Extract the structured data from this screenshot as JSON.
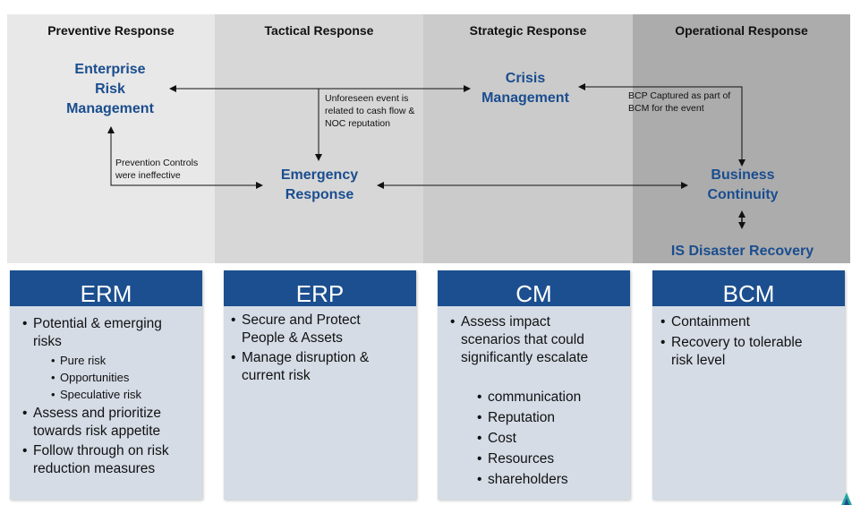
{
  "columns": [
    {
      "title": "Preventive Response"
    },
    {
      "title": "Tactical Response"
    },
    {
      "title": "Strategic Response"
    },
    {
      "title": "Operational Response"
    }
  ],
  "nodes": {
    "erm": [
      "Enterprise",
      "Risk",
      "Management"
    ],
    "crisis": [
      "Crisis",
      "Management"
    ],
    "emergency": [
      "Emergency",
      "Response"
    ],
    "business": [
      "Business",
      "Continuity"
    ],
    "is_dr": "IS Disaster Recovery"
  },
  "notes": {
    "unforeseen": [
      "Unforeseen event is",
      "related to cash flow &",
      "NOC reputation"
    ],
    "bcp": [
      "BCP Captured as part of",
      "BCM for the event"
    ],
    "prevention": [
      "Prevention Controls",
      "were ineffective"
    ]
  },
  "cards": [
    {
      "title": "ERM",
      "items": [
        [
          "Potential & emerging",
          "risks"
        ],
        [
          "Pure risk"
        ],
        [
          "Opportunities"
        ],
        [
          "Speculative risk"
        ],
        [
          "Assess and prioritize",
          "towards risk appetite"
        ],
        [
          "Follow through on risk",
          "reduction measures"
        ]
      ]
    },
    {
      "title": "ERP",
      "items": [
        [
          "Secure and Protect",
          "People & Assets"
        ],
        [
          "Manage disruption &",
          "current risk"
        ]
      ]
    },
    {
      "title": "CM",
      "items": [
        [
          "Assess impact",
          "scenarios that could",
          "significantly escalate"
        ],
        [
          "communication"
        ],
        [
          "Reputation"
        ],
        [
          "Cost"
        ],
        [
          "Resources"
        ],
        [
          "shareholders"
        ]
      ]
    },
    {
      "title": "BCM",
      "items": [
        [
          "Containment"
        ],
        [
          "Recovery to tolerable",
          "risk level"
        ]
      ]
    }
  ],
  "colors": {
    "band1": "#e8e8e8",
    "band2": "#d7d7d7",
    "band3": "#cbcbcb",
    "band4": "#acacac",
    "node_text": "#1a4d8f",
    "card_header": "#1c4f8f",
    "card_body": "#d5dce6"
  }
}
